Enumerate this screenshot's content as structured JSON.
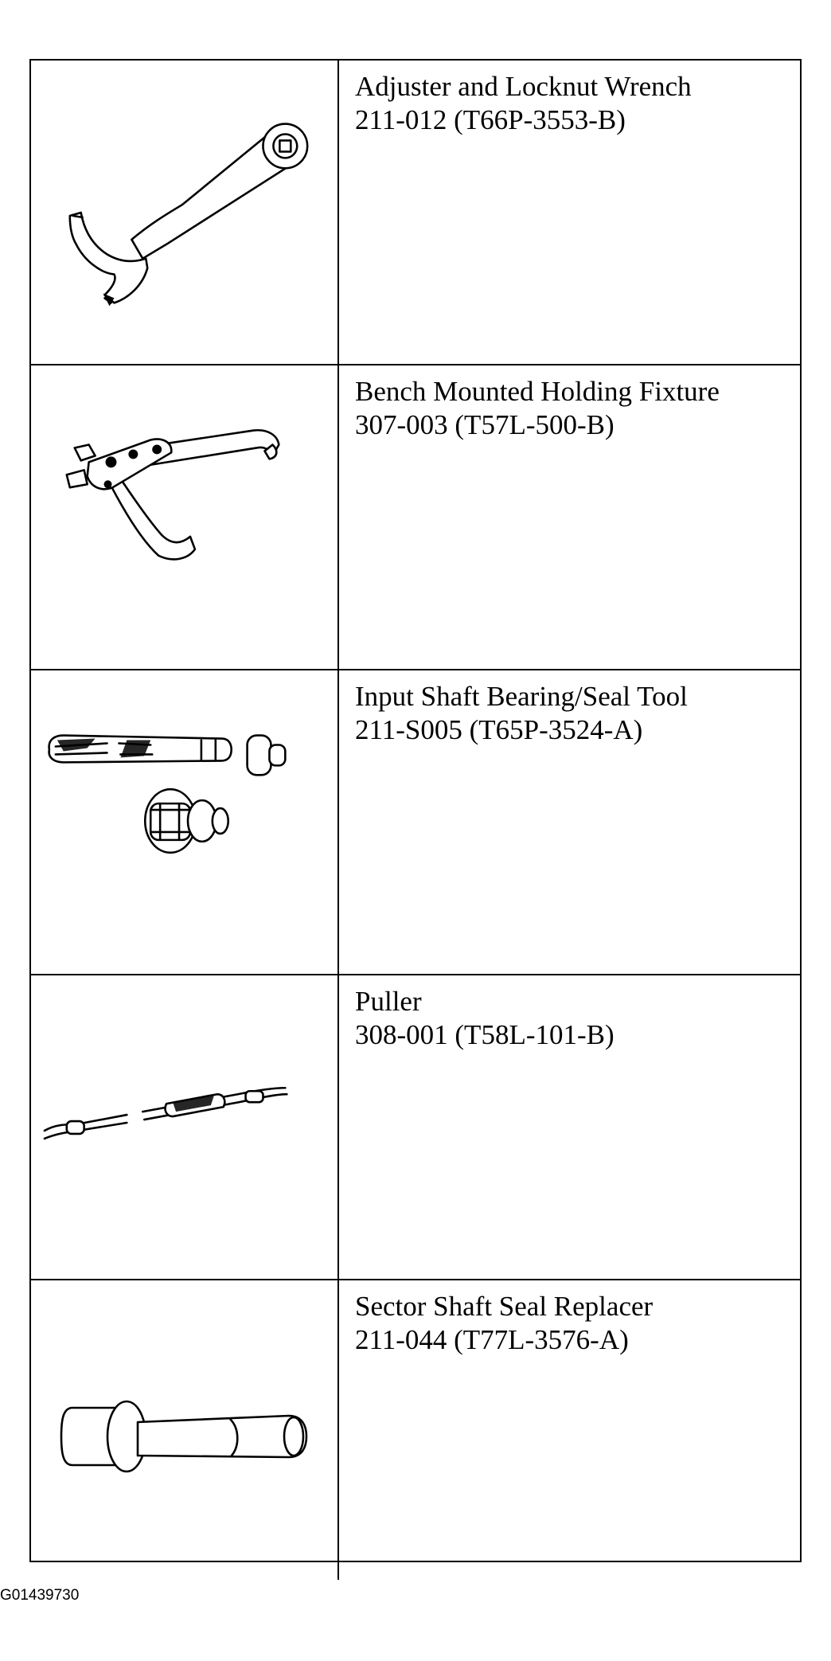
{
  "tools": [
    {
      "name": "Adjuster and Locknut Wrench",
      "number": "211-012 (T66P-3553-B)",
      "illustration": "spanner-wrench-icon"
    },
    {
      "name": "Bench Mounted Holding Fixture",
      "number": "307-003 (T57L-500-B)",
      "illustration": "holding-fixture-icon"
    },
    {
      "name": "Input Shaft Bearing/Seal Tool",
      "number": "211-S005 (T65P-3524-A)",
      "illustration": "bearing-seal-tool-icon"
    },
    {
      "name": "Puller",
      "number": "308-001 (T58L-101-B)",
      "illustration": "puller-icon"
    },
    {
      "name": "Sector Shaft Seal Replacer",
      "number": "211-044 (T77L-3576-A)",
      "illustration": "seal-replacer-icon"
    }
  ],
  "figure_id": "G01439730"
}
